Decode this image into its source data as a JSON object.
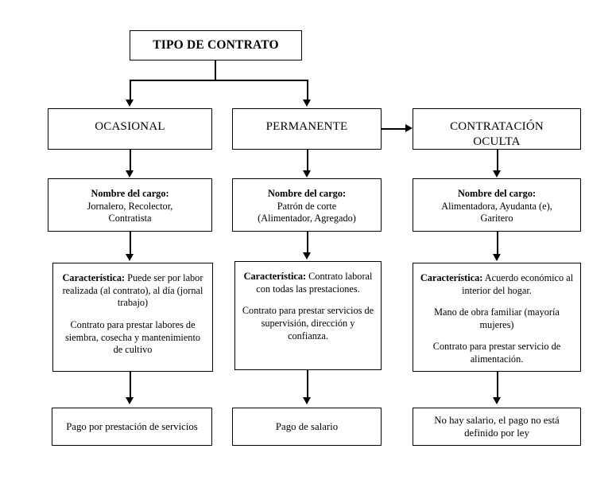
{
  "diagram": {
    "title": "TIPO DE CONTRATO",
    "root": {
      "label": "TIPO DE CONTRATO"
    },
    "columns": [
      {
        "key": "ocasional",
        "type_label": "OCASIONAL",
        "cargo_heading": "Nombre del cargo:",
        "cargo_line1": "Jornalero, Recolector,",
        "cargo_line2": "Contratista",
        "caracteristica_heading": "Característica:",
        "caracteristica_text": " Puede ser por labor realizada (al contrato), al día (jornal trabajo)",
        "caracteristica_p2": "Contrato para prestar labores de siembra, cosecha y mantenimiento de cultivo",
        "caracteristica_p3": "",
        "pago": "Pago por prestación de servicios"
      },
      {
        "key": "permanente",
        "type_label": "PERMANENTE",
        "cargo_heading": "Nombre del cargo:",
        "cargo_line1": "Patrón de corte",
        "cargo_line2": "(Alimentador, Agregado)",
        "caracteristica_heading": "Característica:",
        "caracteristica_text": " Contrato laboral con todas las prestaciones.",
        "caracteristica_p2": "Contrato para prestar servicios de supervisión, dirección y confianza.",
        "caracteristica_p3": "",
        "pago": "Pago de salario"
      },
      {
        "key": "contratacion-oculta",
        "type_label": "CONTRATACIÓN OCULTA",
        "type_label_line1": "CONTRATACIÓN",
        "type_label_line2": "OCULTA",
        "cargo_heading": "Nombre del cargo:",
        "cargo_line1": "Alimentadora, Ayudanta (e),",
        "cargo_line2": "Garitero",
        "caracteristica_heading": "Característica:",
        "caracteristica_text": " Acuerdo económico al interior del hogar.",
        "caracteristica_p2": "Mano de obra familiar (mayoría mujeres)",
        "caracteristica_p3": "Contrato para prestar servicio de alimentación.",
        "pago": "No hay salario, el pago no está definido por ley"
      }
    ],
    "colors": {
      "stroke": "#000000",
      "background": "#ffffff",
      "text": "#000000"
    }
  }
}
